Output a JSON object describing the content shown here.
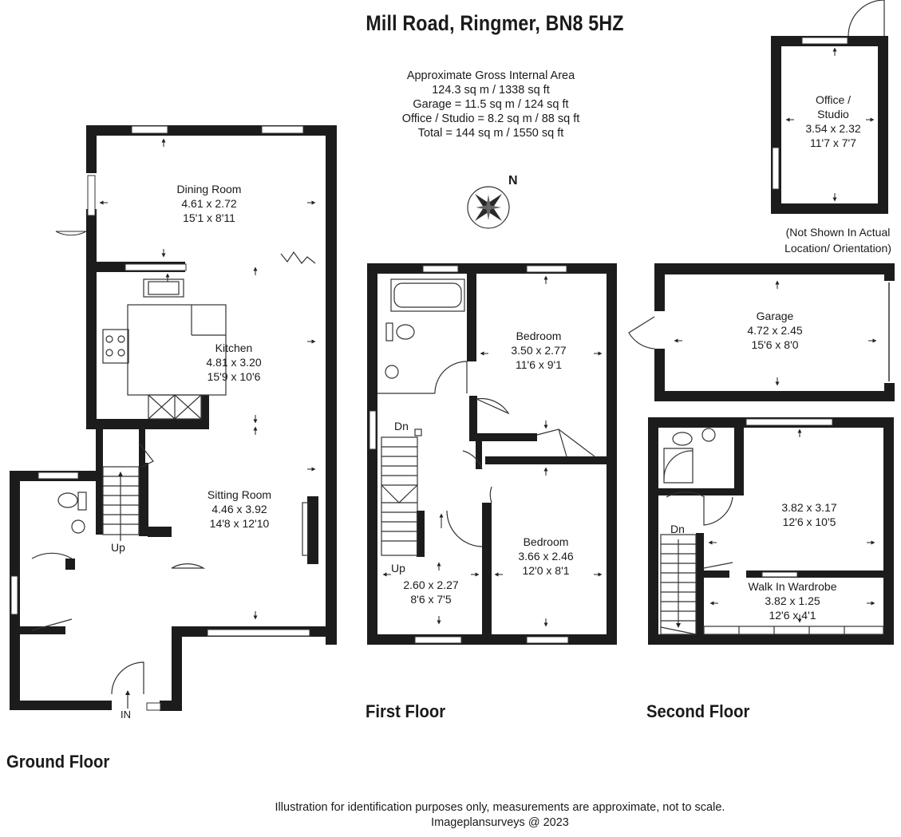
{
  "title": "Mill Road, Ringmer, BN8 5HZ",
  "area_summary": {
    "heading": "Approximate Gross Internal Area",
    "main": "124.3 sq m / 1338 sq ft",
    "garage": "Garage = 11.5 sq m / 124 sq ft",
    "office": "Office / Studio = 8.2 sq m / 88 sq ft",
    "total": "Total = 144 sq m / 1550 sq ft"
  },
  "compass": {
    "label": "N",
    "icon": "compass-rose-icon"
  },
  "colors": {
    "wall": "#1c1c1c",
    "line": "#333333",
    "background": "#ffffff"
  },
  "floors": {
    "ground": {
      "label": "Ground Floor",
      "rooms": [
        {
          "name": "Dining Room",
          "metric": "4.61 x 2.72",
          "imperial": "15'1 x 8'11"
        },
        {
          "name": "Kitchen",
          "metric": "4.81 x 3.20",
          "imperial": "15'9 x 10'6"
        },
        {
          "name": "Sitting Room",
          "metric": "4.46 x 3.92",
          "imperial": "14'8 x 12'10"
        }
      ],
      "stairs_label": "Up",
      "entrance_label": "IN"
    },
    "first": {
      "label": "First Floor",
      "rooms": [
        {
          "name": "Bedroom",
          "metric": "3.50 x 2.77",
          "imperial": "11'6 x 9'1"
        },
        {
          "name": "Bedroom",
          "metric": "3.66 x 2.46",
          "imperial": "12'0 x 8'1"
        },
        {
          "name": "",
          "metric": "2.60 x 2.27",
          "imperial": "8'6 x 7'5"
        }
      ],
      "stairs_down_label": "Dn",
      "stairs_up_label": "Up"
    },
    "second": {
      "label": "Second Floor",
      "rooms": [
        {
          "name": "",
          "metric": "3.82 x 3.17",
          "imperial": "12'6 x 10'5"
        },
        {
          "name": "Walk In Wardrobe",
          "metric": "3.82 x 1.25",
          "imperial": "12'6 x 4'1"
        }
      ],
      "stairs_down_label": "Dn"
    },
    "outbuildings": {
      "office": {
        "name_line1": "Office /",
        "name_line2": "Studio",
        "metric": "3.54 x 2.32",
        "imperial": "11'7 x 7'7"
      },
      "note_line1": "(Not Shown In Actual",
      "note_line2": "Location/ Orientation)",
      "garage": {
        "name": "Garage",
        "metric": "4.72 x 2.45",
        "imperial": "15'6 x 8'0"
      }
    }
  },
  "footer": {
    "disclaimer": "Illustration for identification purposes only, measurements are approximate, not to scale.",
    "credit": "Imageplansurveys @ 2023"
  }
}
